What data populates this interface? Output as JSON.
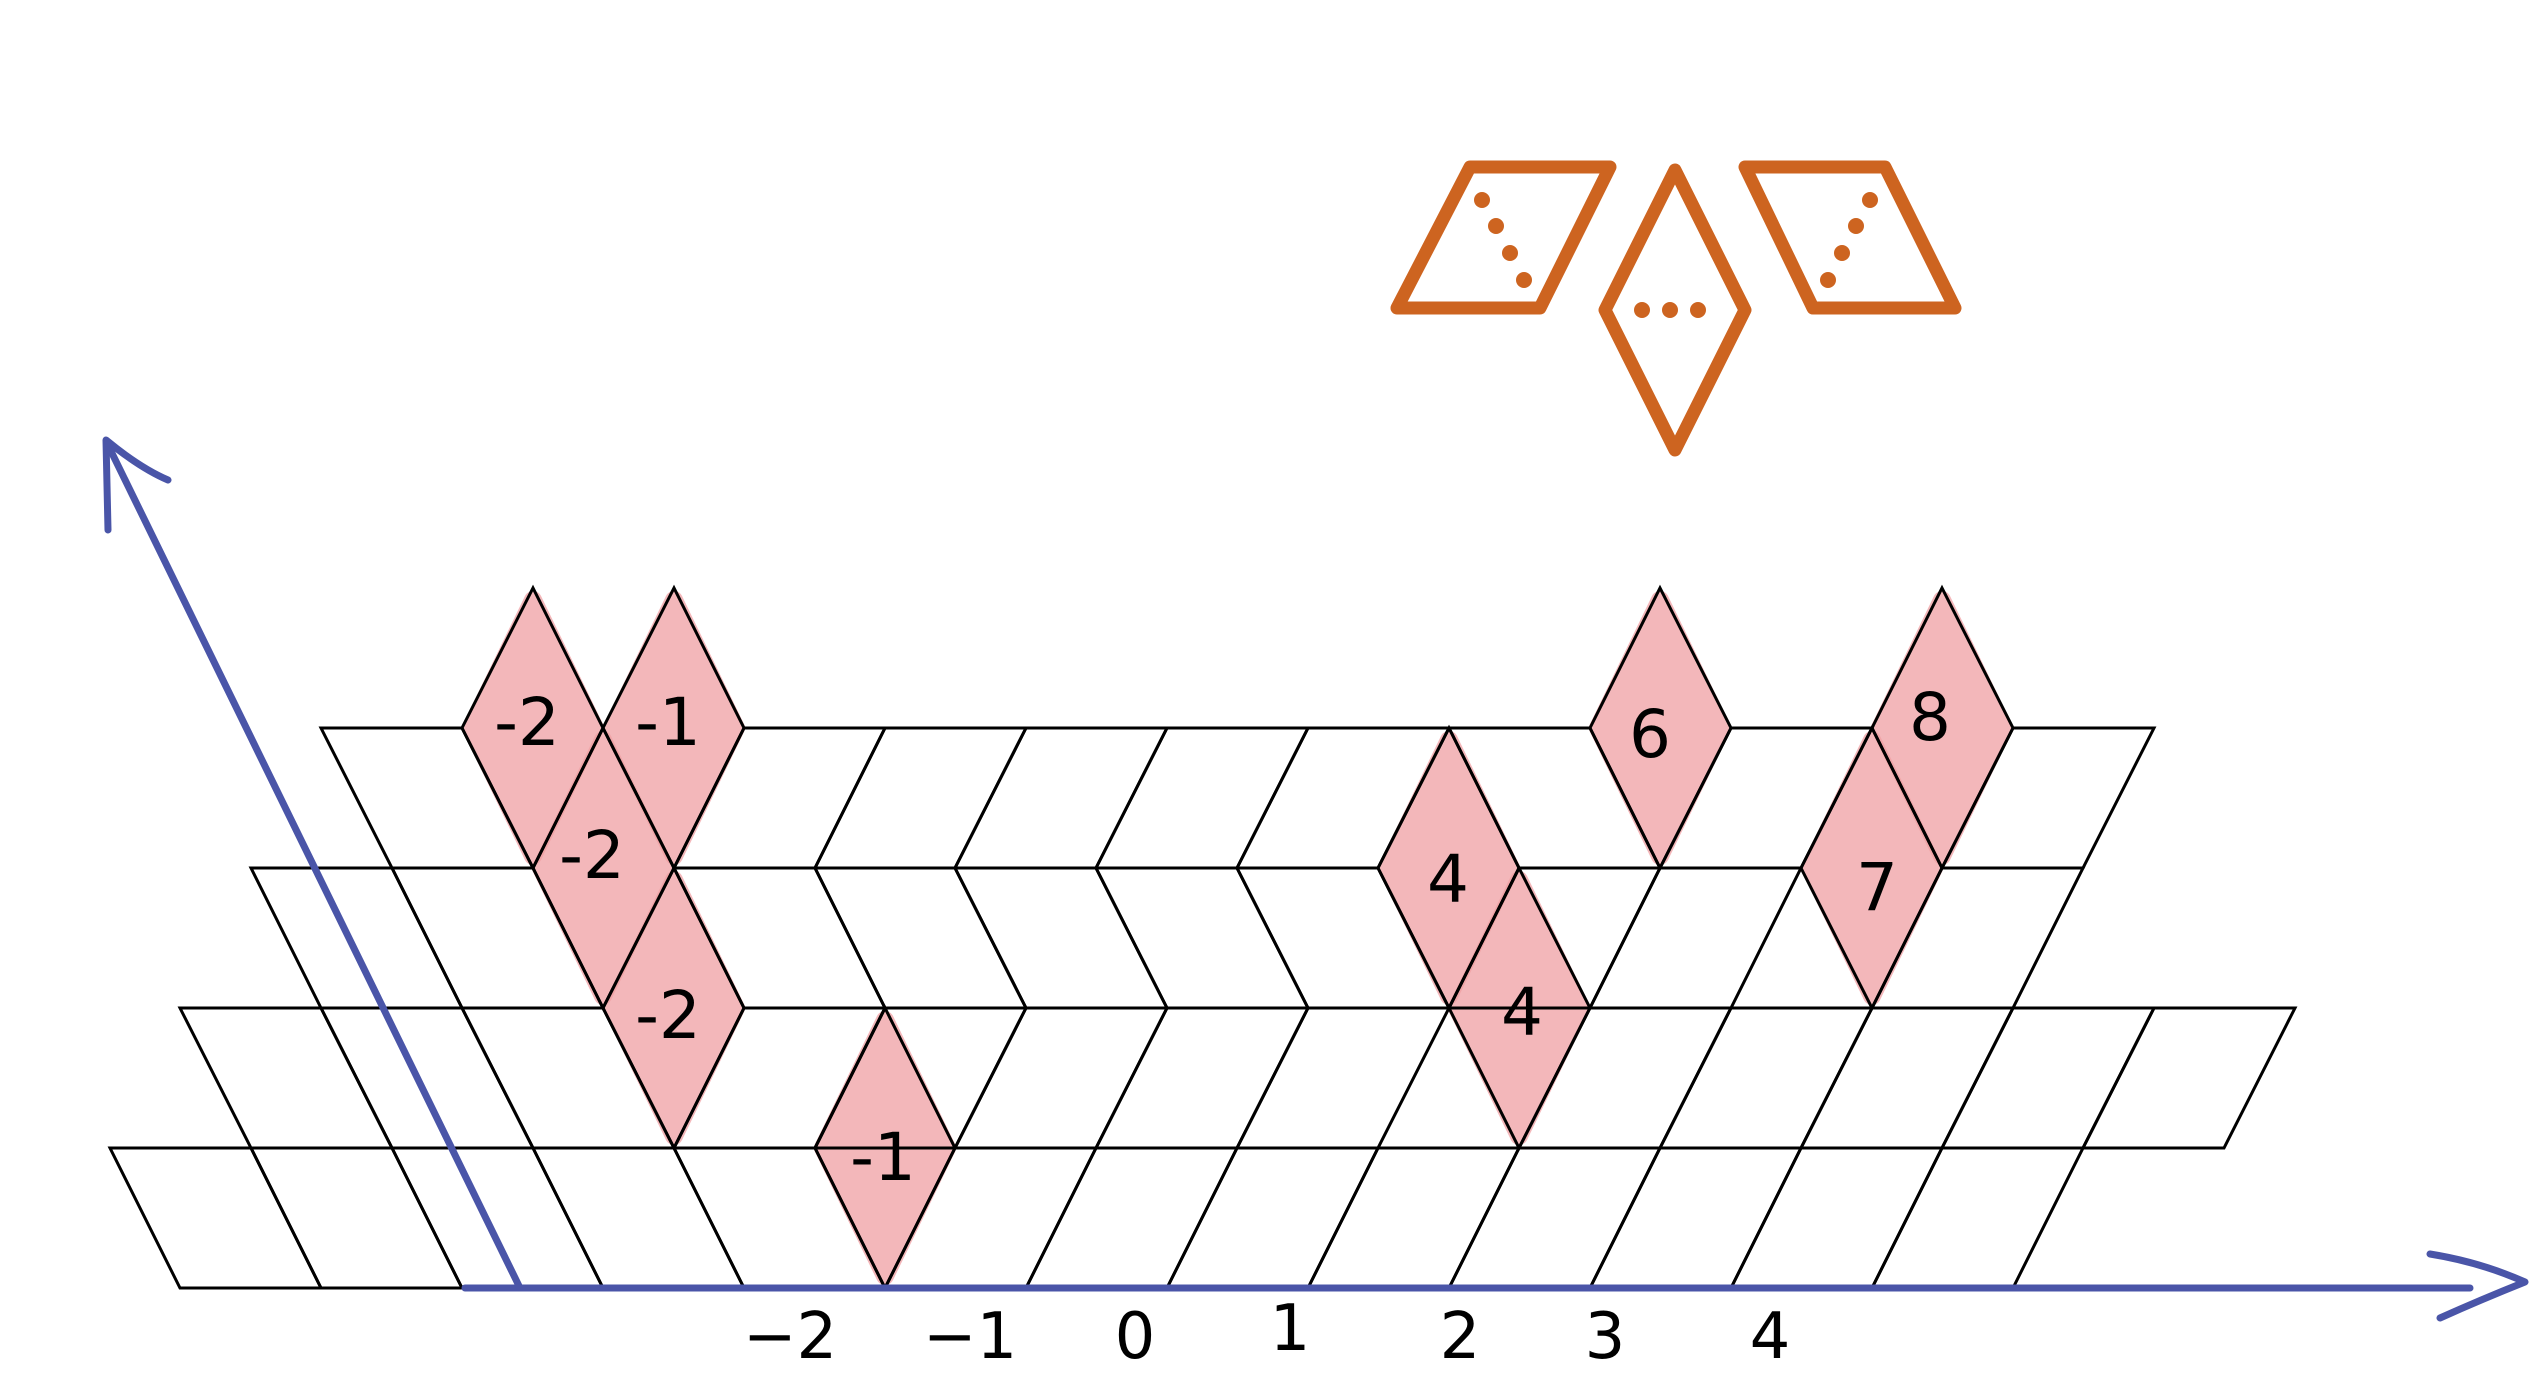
{
  "colors": {
    "grid_line": "#000000",
    "axis": "#4a55a8",
    "highlight": "#f0a0a3",
    "legend": "#cd6420",
    "text": "#000000"
  },
  "x_axis": {
    "tick_labels": [
      "−2",
      "−1",
      "0",
      "1",
      "2",
      "3",
      "4"
    ]
  },
  "cell_labels": [
    "-2",
    "-1",
    "-2",
    "-2",
    "-1",
    "4",
    "4",
    "6",
    "8",
    "7"
  ],
  "legend": {
    "shapes": [
      "left-leaning-rhombus-with-dots",
      "vertical-rhombus-with-dots",
      "right-leaning-rhombus-with-dots"
    ]
  }
}
